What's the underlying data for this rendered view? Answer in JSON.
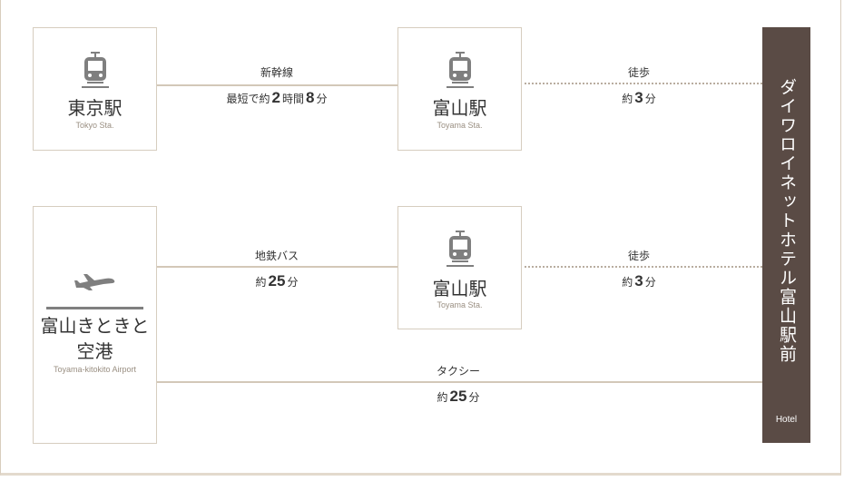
{
  "routes": {
    "tokyo": {
      "station_name": "東京駅",
      "station_sub": "Tokyo Sta.",
      "line_name": "新幹線",
      "duration_prefix": "最短で約",
      "hours": "2",
      "hours_unit": "時間",
      "minutes": "8",
      "minutes_unit": "分"
    },
    "toyama_1": {
      "station_name": "富山駅",
      "station_sub": "Toyama Sta.",
      "walk_label": "徒歩",
      "walk_prefix": "約",
      "walk_minutes": "3",
      "walk_unit": "分"
    },
    "airport": {
      "name_line1": "富山きときと",
      "name_line2": "空港",
      "sub": "Toyama-kitokito Airport",
      "bus_label": "地鉄バス",
      "bus_prefix": "約",
      "bus_minutes": "25",
      "bus_unit": "分",
      "taxi_label": "タクシー",
      "taxi_prefix": "約",
      "taxi_minutes": "25",
      "taxi_unit": "分"
    },
    "toyama_2": {
      "station_name": "富山駅",
      "station_sub": "Toyama Sta.",
      "walk_label": "徒歩",
      "walk_prefix": "約",
      "walk_minutes": "3",
      "walk_unit": "分"
    }
  },
  "hotel": {
    "name": "ダイワロイネットホテル富山駅前",
    "label": "Hotel"
  },
  "icons": {
    "train": "train-icon",
    "airplane": "airplane-icon"
  },
  "colors": {
    "hotel_bg": "#5a4b45",
    "icon_gray": "#7f7f7f",
    "line": "#d3c8b8",
    "border": "#d6cdbf"
  }
}
